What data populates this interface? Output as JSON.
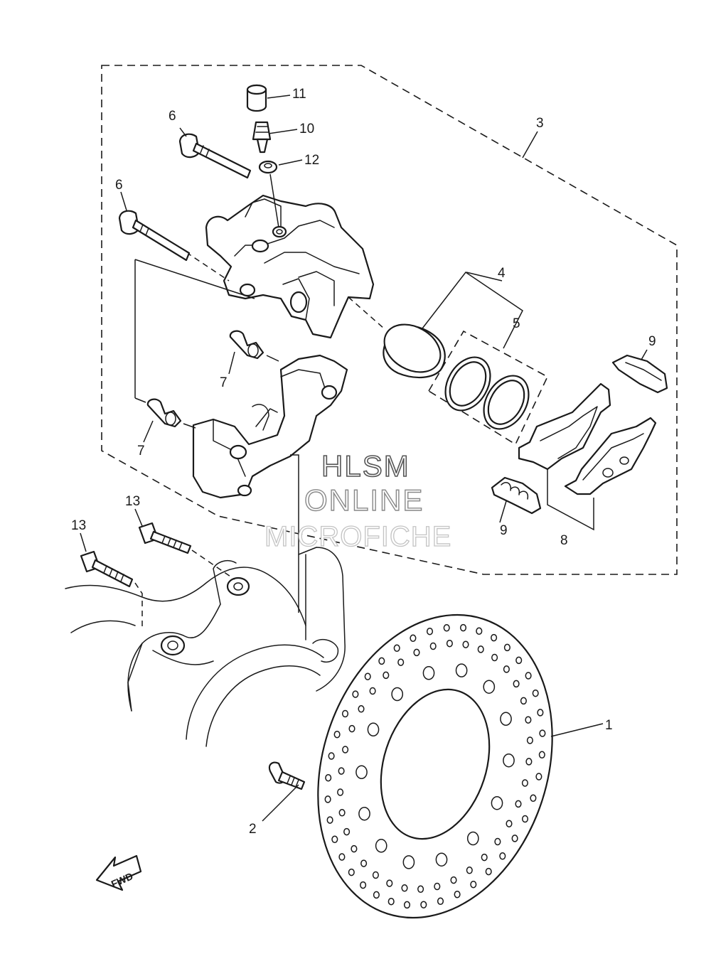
{
  "callouts": {
    "p1": "1",
    "p2": "2",
    "p3": "3",
    "p4": "4",
    "p5": "5",
    "p6a": "6",
    "p6b": "6",
    "p7a": "7",
    "p7b": "7",
    "p8": "8",
    "p9a": "9",
    "p9b": "9",
    "p10": "10",
    "p11": "11",
    "p12": "12",
    "p13a": "13",
    "p13b": "13"
  },
  "direction_arrow": {
    "label": "FWD"
  },
  "watermark": {
    "line1": "HLSM",
    "line2": "ONLINE",
    "line3": "MICROFICHE"
  }
}
